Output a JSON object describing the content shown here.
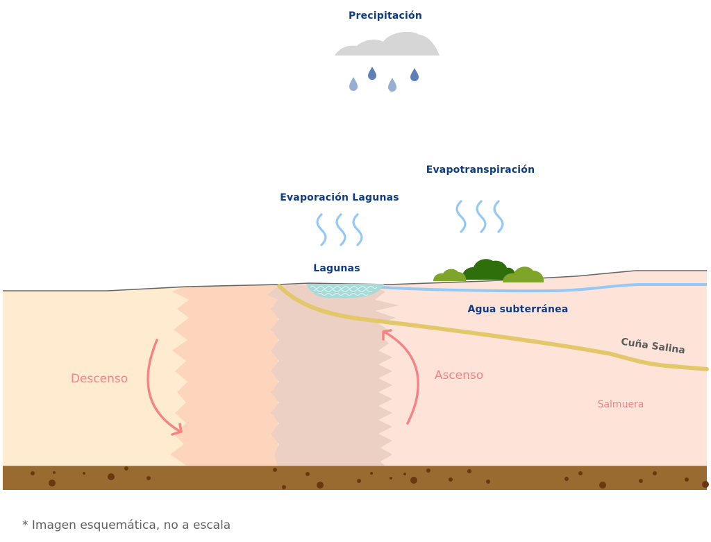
{
  "labels": {
    "precipitation": "Precipitación",
    "lagoon_evaporation": "Evaporación Lagunas",
    "evapotranspiration": "Evapotranspiración",
    "lagoons": "Lagunas",
    "groundwater": "Agua subterránea",
    "saline_wedge": "Cuña Salina",
    "descent": "Descenso",
    "ascent": "Ascenso",
    "brine": "Salmuera"
  },
  "footnote": "* Imagen esquemática, no a escala",
  "colors": {
    "label_blue": "#0d3b86",
    "arrow_pink": "#f78384",
    "freshwater_zone": "#feebd0",
    "mixing_zone": "#fdd5bd",
    "transition_zone": "#ebd0c3",
    "brine_zone": "#fde3d8",
    "bedrock": "#996b30",
    "bedrock_dots": "#6b3710",
    "saline_wedge_line": "#e2c86a",
    "groundwater_line": "#93c8f7",
    "lagoon_water": "#a6dbd9",
    "vapor": "#93c8f7",
    "cloud": "#d6d6d6",
    "rain_dark": "#5d7fb6",
    "rain_light": "#96aed2",
    "shrub_light": "#7ea52a",
    "shrub_dark": "#2e6e0b",
    "ground_surface": "#666666"
  }
}
